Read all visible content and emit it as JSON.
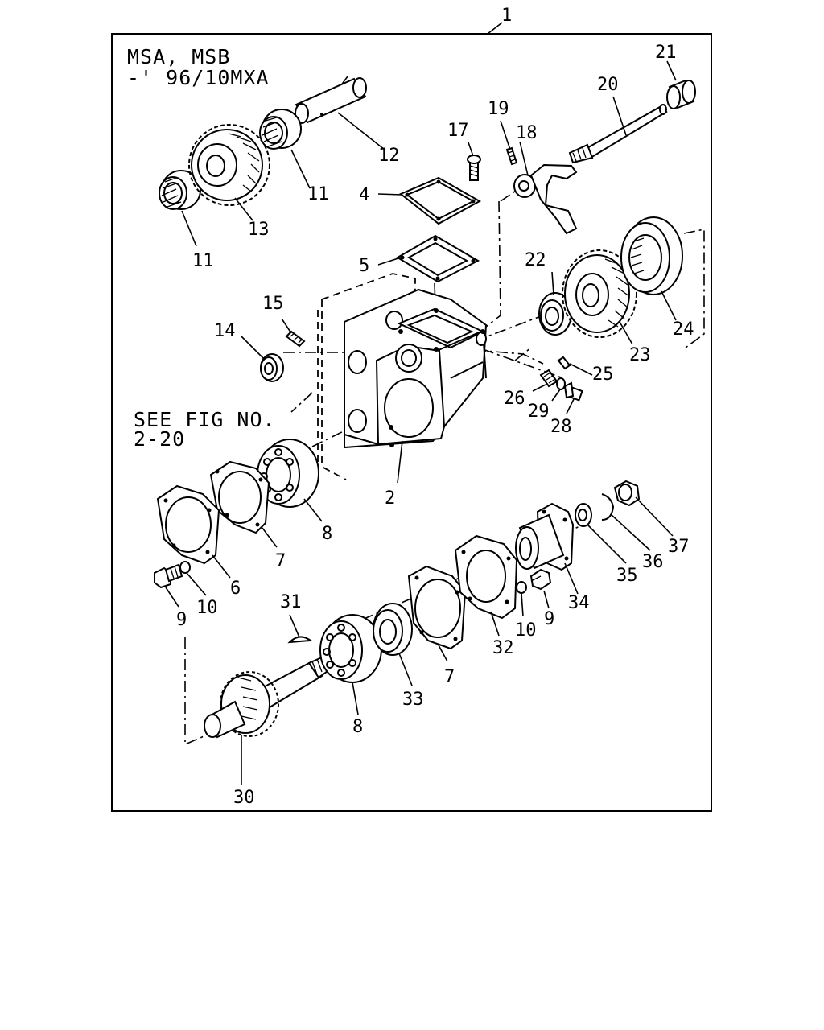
{
  "header": {
    "line1": "MSA, MSB",
    "line2": "-' 96/10MXA"
  },
  "reference": {
    "line1": "SEE FIG NO.",
    "line2": "2-20"
  },
  "callouts": {
    "c1": "1",
    "c2": "2",
    "c4": "4",
    "c5": "5",
    "c6": "6",
    "c7a": "7",
    "c7b": "7",
    "c8a": "8",
    "c8b": "8",
    "c9a": "9",
    "c9b": "9",
    "c10a": "10",
    "c10b": "10",
    "c11a": "11",
    "c11b": "11",
    "c12": "12",
    "c13": "13",
    "c14": "14",
    "c15": "15",
    "c17": "17",
    "c18": "18",
    "c19": "19",
    "c20": "20",
    "c21": "21",
    "c22": "22",
    "c23": "23",
    "c24": "24",
    "c25": "25",
    "c26": "26",
    "c28": "28",
    "c29": "29",
    "c30": "30",
    "c31": "31",
    "c32": "32",
    "c33": "33",
    "c34": "34",
    "c35": "35",
    "c36": "36",
    "c37": "37"
  }
}
